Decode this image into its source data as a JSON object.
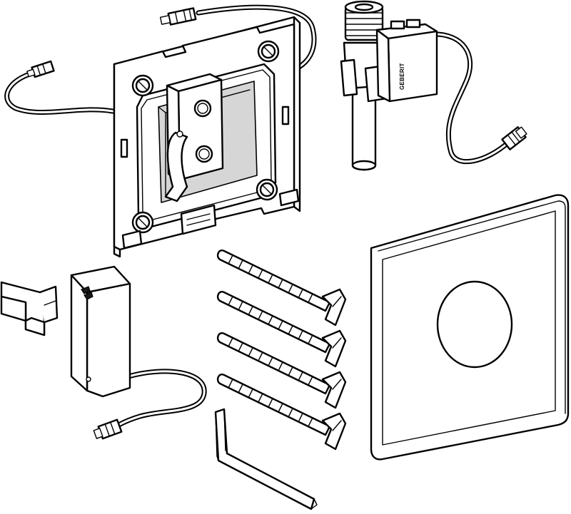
{
  "drawing": {
    "brand_text": "GEBERIT",
    "line_color": "#000000",
    "background_color": "#ffffff",
    "parts": [
      {
        "id": "mounting-plate",
        "icon": "mounting-plate-icon"
      },
      {
        "id": "solenoid-valve",
        "icon": "solenoid-valve-icon"
      },
      {
        "id": "cover-plate",
        "icon": "cover-plate-icon"
      },
      {
        "id": "fixing-bolts",
        "icon": "threaded-bolt-icon",
        "count": 4
      },
      {
        "id": "battery-box",
        "icon": "battery-box-icon"
      },
      {
        "id": "retaining-clip",
        "icon": "clip-icon"
      },
      {
        "id": "allen-key",
        "icon": "hex-key-icon"
      }
    ]
  }
}
